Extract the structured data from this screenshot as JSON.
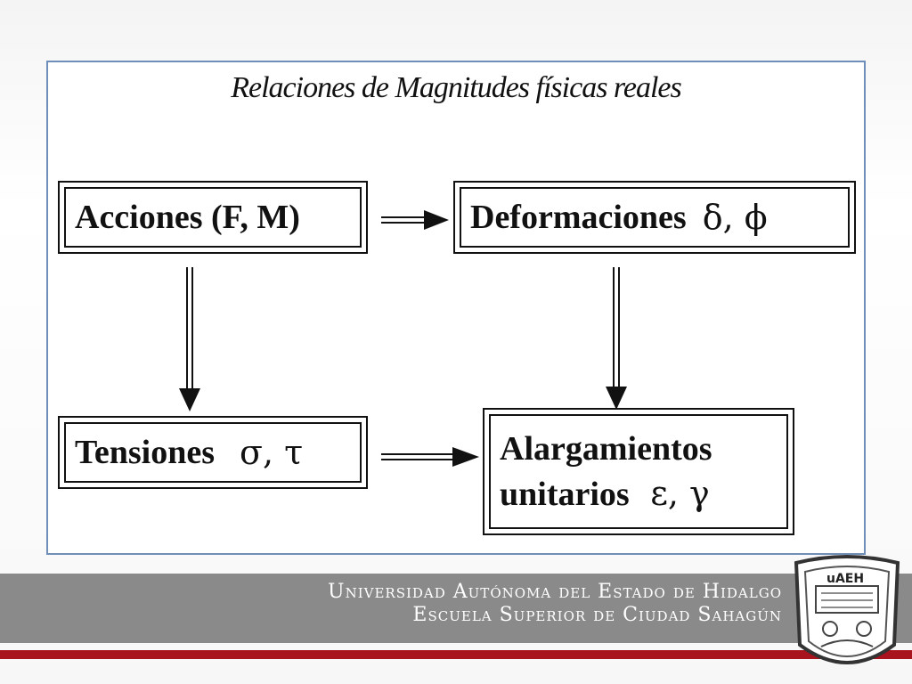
{
  "slide": {
    "title": "Relaciones de Magnitudes físicas reales"
  },
  "diagram": {
    "nodes": {
      "acciones": {
        "label": "Acciones (F, M)"
      },
      "deformaciones": {
        "label": "Deformaciones",
        "symbols": "δ,  ϕ"
      },
      "tensiones": {
        "label": "Tensiones",
        "symbols": "σ,  τ"
      },
      "alargamientos": {
        "line1": "Alargamientos",
        "line2": "unitarios",
        "symbols": "ε,  γ"
      }
    },
    "edges": [
      {
        "from": "acciones",
        "to": "deformaciones"
      },
      {
        "from": "acciones",
        "to": "tensiones"
      },
      {
        "from": "deformaciones",
        "to": "alargamientos"
      },
      {
        "from": "tensiones",
        "to": "alargamientos"
      }
    ]
  },
  "footer": {
    "line1": "Universidad Autónoma del Estado de Hidalgo",
    "line2": "Escuela Superior de Ciudad Sahagún",
    "logo_text": "uAEH"
  },
  "colors": {
    "frame_border": "#6f8fb8",
    "footer_band": "#8a8a8a",
    "footer_accent": "#a8131e"
  }
}
